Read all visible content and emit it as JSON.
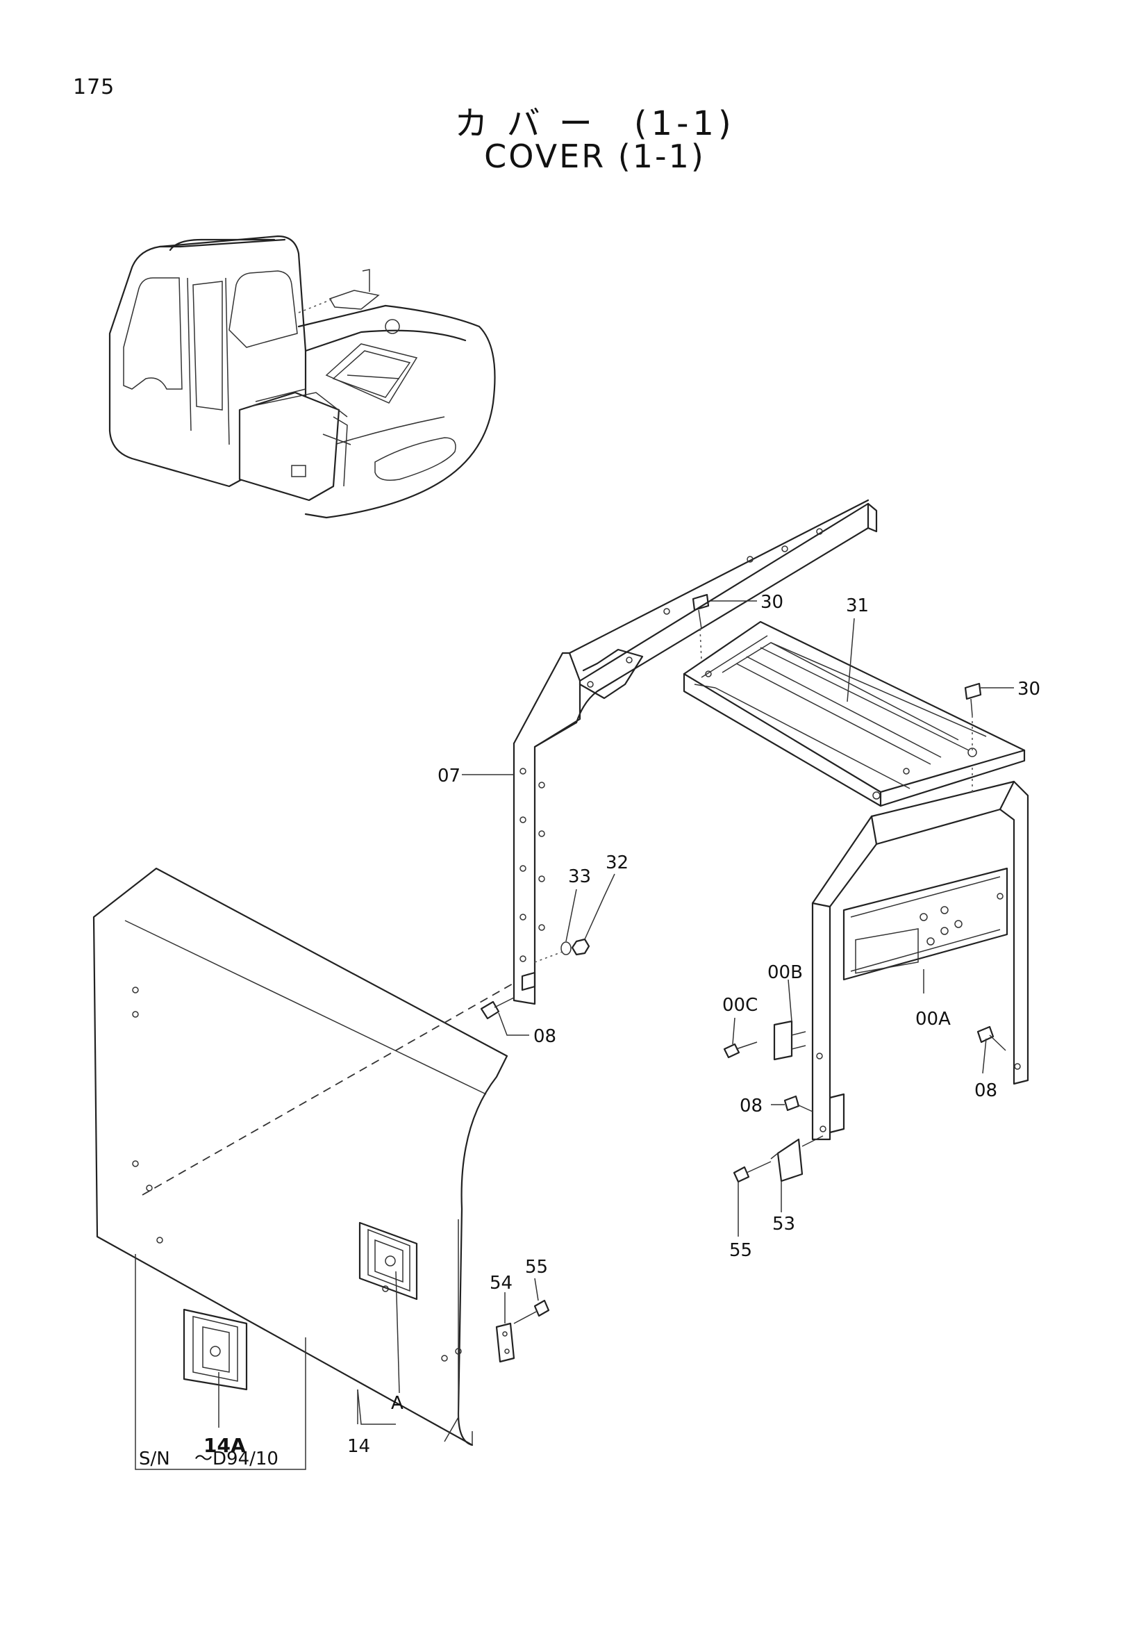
{
  "page_number": "175",
  "title_jp": "カ バ ー　(1-1)",
  "title_en": "COVER (1-1)",
  "callouts": {
    "c30a": "30",
    "c30b": "30",
    "c31": "31",
    "c07": "07",
    "c33": "33",
    "c32": "32",
    "c08a": "08",
    "c00B": "00B",
    "c00C": "00C",
    "c00A": "00A",
    "c08b": "08",
    "c08c": "08",
    "c53": "53",
    "c55a": "55",
    "c54": "54",
    "c55b": "55",
    "cA": "A",
    "c14": "14",
    "c14A": "14A"
  },
  "serial_note": {
    "prefix": "S/N",
    "range": "～D94/10"
  }
}
